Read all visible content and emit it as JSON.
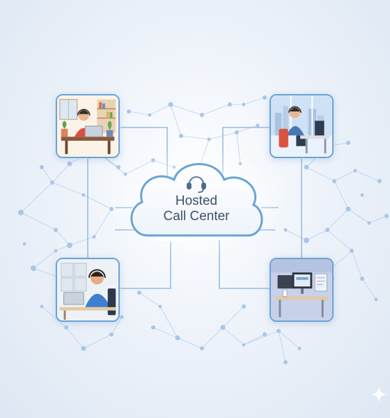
{
  "hub": {
    "icon": "headset-icon",
    "title_line1": "Hosted",
    "title_line2": "Call Center"
  },
  "nodes": [
    {
      "id": "top-left",
      "scene": "agent-home-office-icon"
    },
    {
      "id": "top-right",
      "scene": "agent-city-office-icon"
    },
    {
      "id": "bottom-left",
      "scene": "agent-laptop-desk-icon"
    },
    {
      "id": "bottom-right",
      "scene": "workstation-monitor-icon"
    }
  ],
  "colors": {
    "accent": "#6aa3d8",
    "network": "#a9c6e8",
    "text": "#3e5068",
    "background": "#e6edf6"
  }
}
